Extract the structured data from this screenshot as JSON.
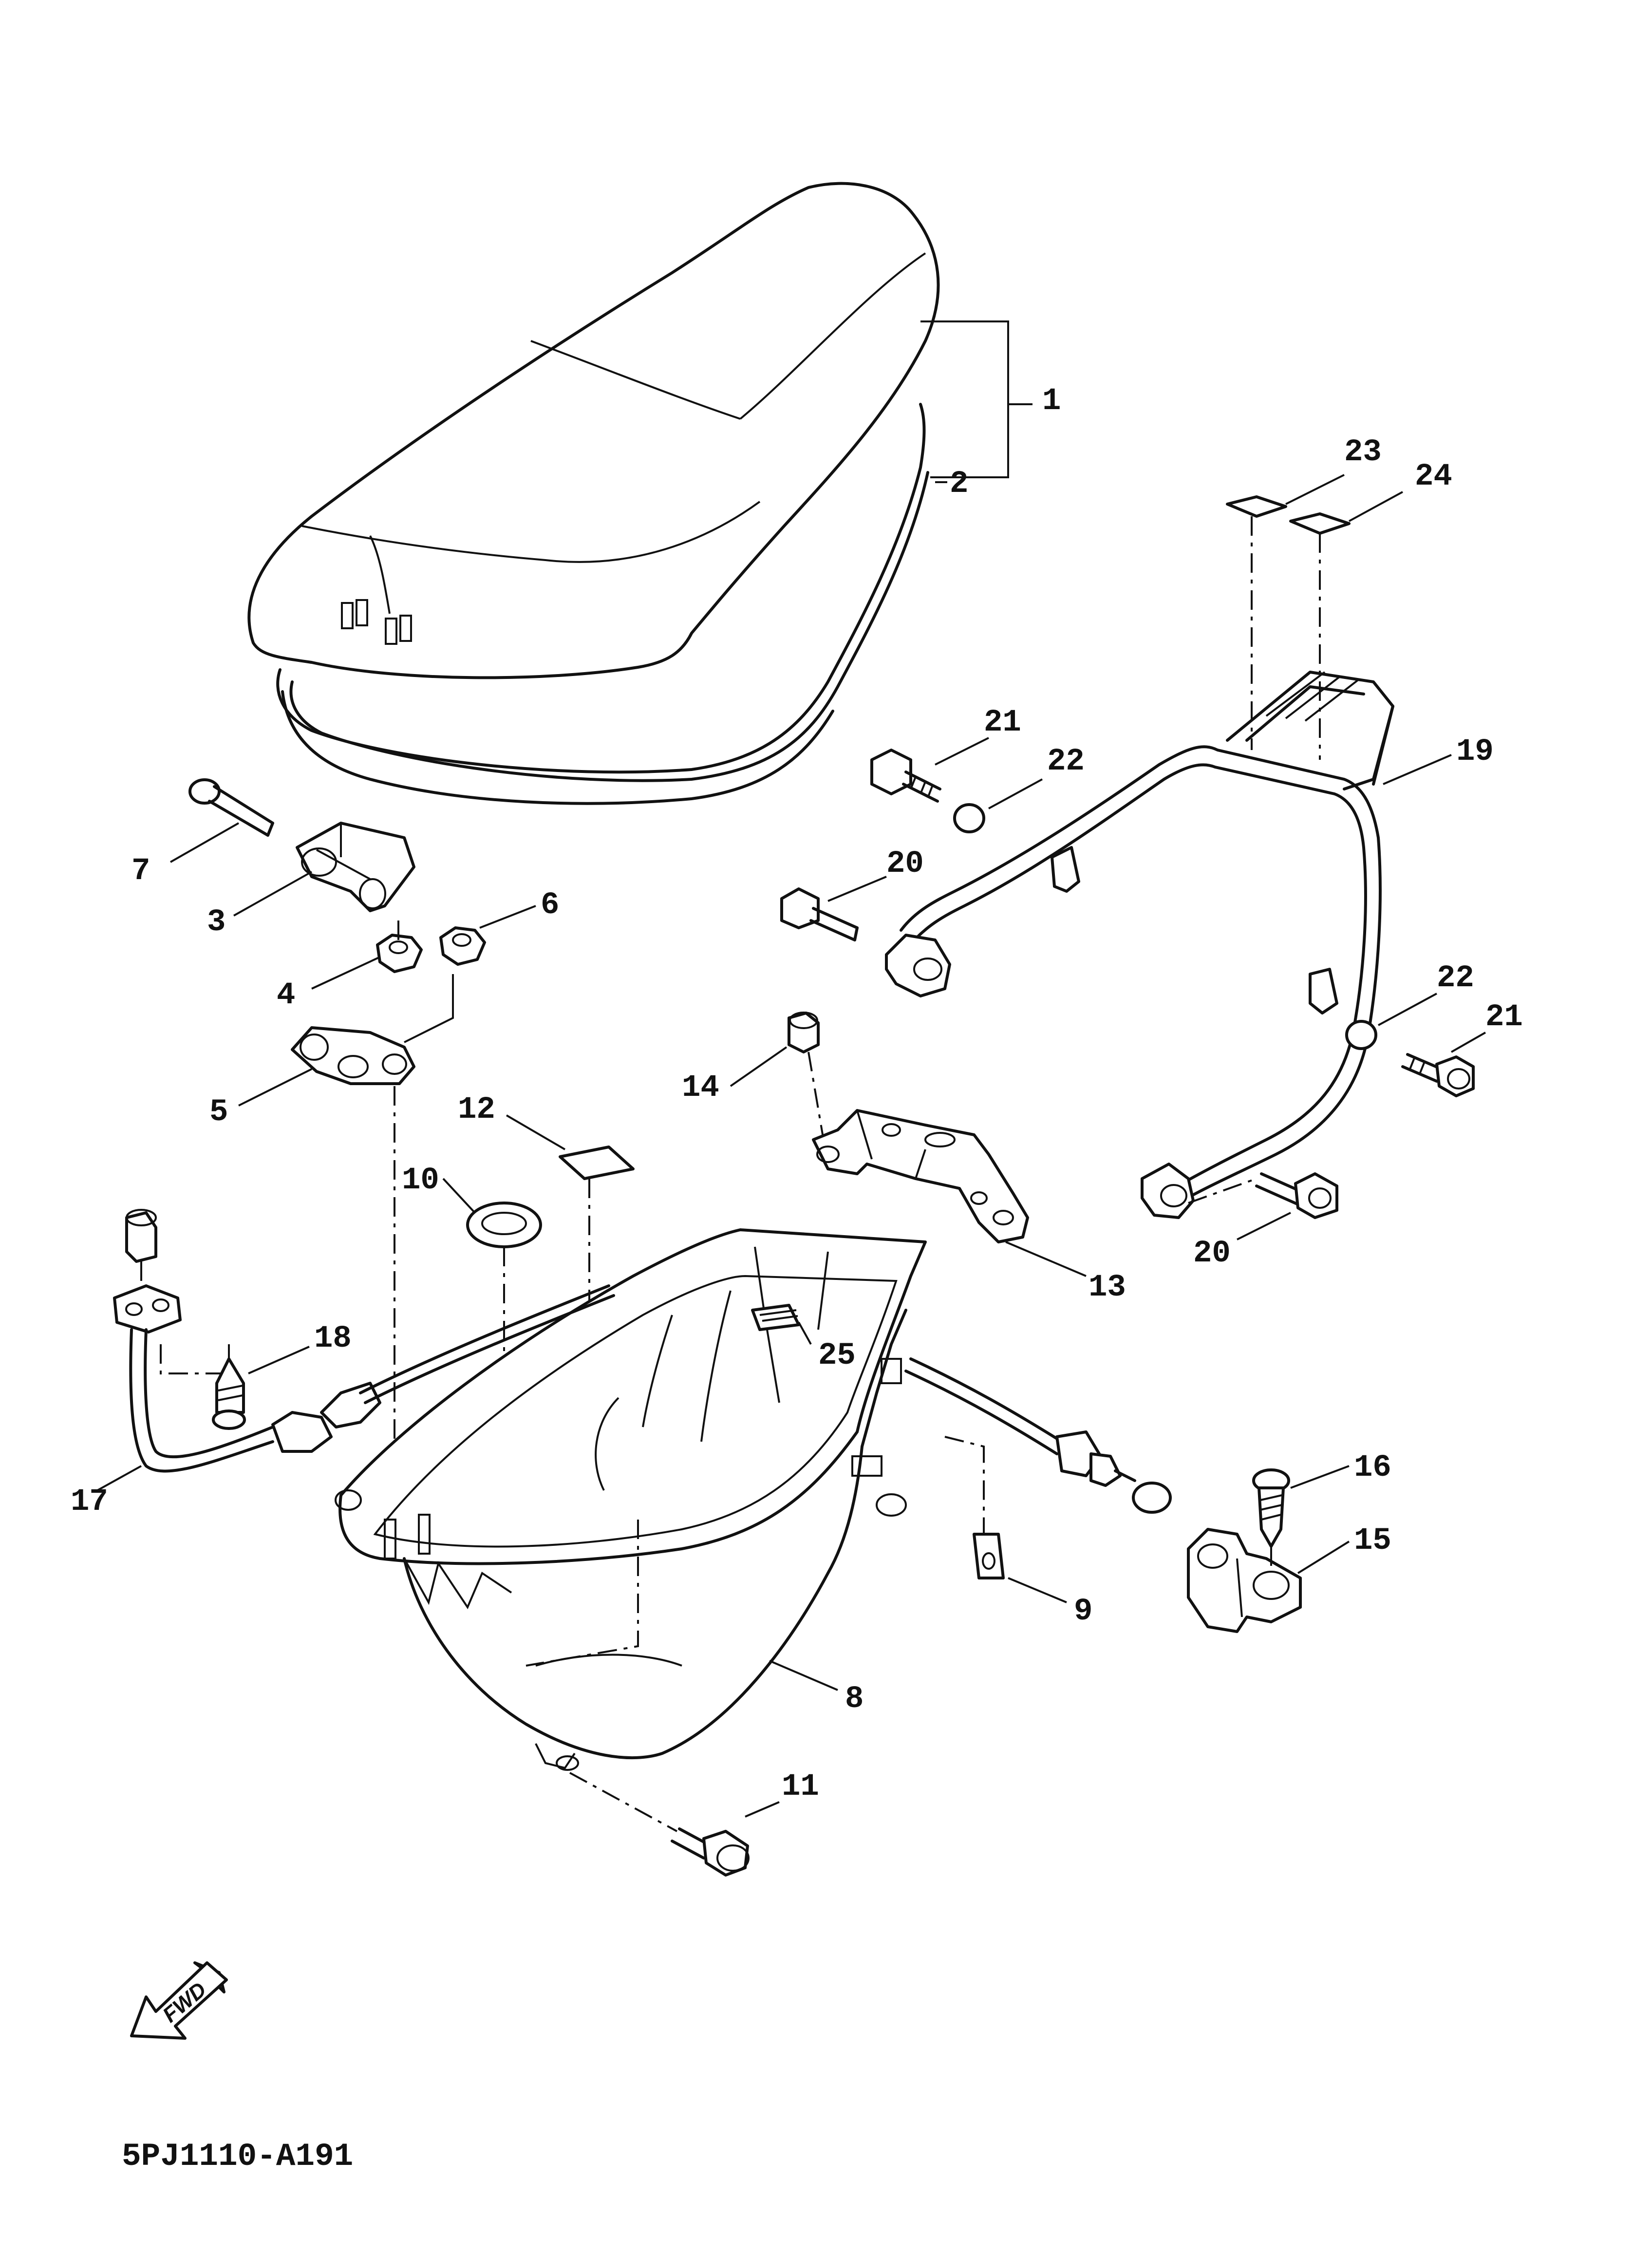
{
  "diagram": {
    "code": "5PJ1110-A191",
    "fwd_label": "FWD",
    "callouts": {
      "p1": "1",
      "p2": "2",
      "p3": "3",
      "p4": "4",
      "p5": "5",
      "p6": "6",
      "p7": "7",
      "p8": "8",
      "p9": "9",
      "p10": "10",
      "p11": "11",
      "p12": "12",
      "p13": "13",
      "p14": "14",
      "p15": "15",
      "p16": "16",
      "p17": "17",
      "p18": "18",
      "p19": "19",
      "p20a": "20",
      "p20b": "20",
      "p21a": "21",
      "p21b": "21",
      "p22a": "22",
      "p22b": "22",
      "p23": "23",
      "p24": "24",
      "p25": "25"
    }
  }
}
